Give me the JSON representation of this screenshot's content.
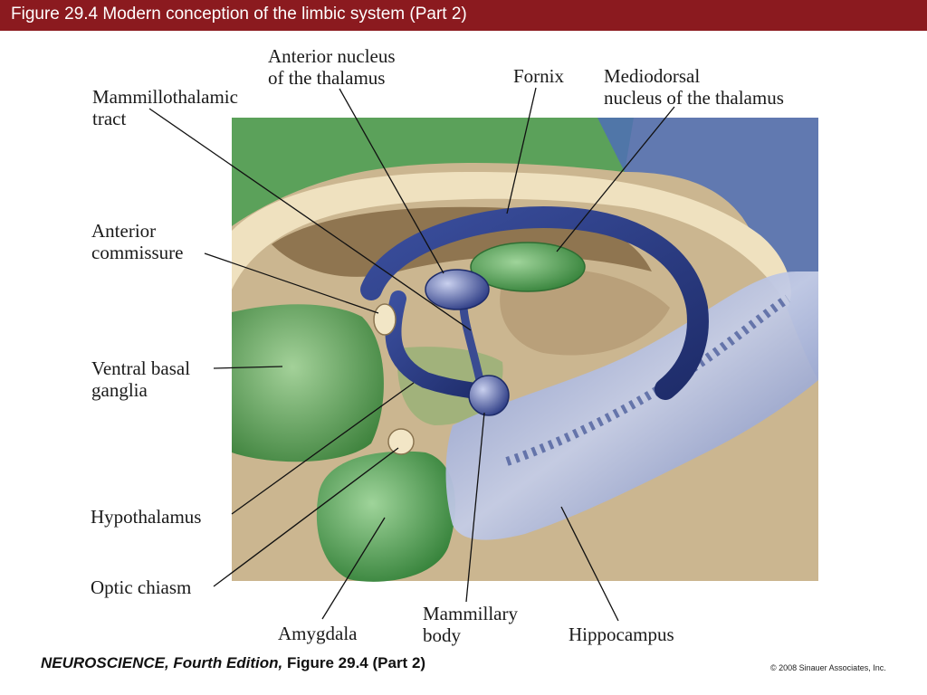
{
  "header": {
    "title": "Figure 29.4  Modern conception of the limbic system (Part 2)",
    "bar_color": "#8b1a1f"
  },
  "labels": {
    "anterior_nucleus": [
      "Anterior nucleus",
      "of the thalamus"
    ],
    "fornix": "Fornix",
    "mediodorsal": [
      "Mediodorsal",
      "nucleus of the thalamus"
    ],
    "mammillothalamic": [
      "Mammillothalamic",
      "tract"
    ],
    "anterior_commissure": [
      "Anterior",
      "commissure"
    ],
    "ventral_basal_ganglia": [
      "Ventral basal",
      "ganglia"
    ],
    "hypothalamus": "Hypothalamus",
    "optic_chiasm": "Optic chiasm",
    "amygdala": "Amygdala",
    "mammillary_body": [
      "Mammillary",
      "body"
    ],
    "hippocampus": "Hippocampus"
  },
  "footer": {
    "book_title": "NEUROSCIENCE, Fourth Edition,",
    "figure_ref": " Figure 29.4 (Part 2)",
    "copyright": "© 2008 Sinauer Associates, Inc."
  },
  "colors": {
    "tissue": "#c9b48f",
    "cortex_green": "#5aa55a",
    "pathway_blue": "#2d3f8a",
    "hippocampus_blue": "#8a98c4"
  }
}
